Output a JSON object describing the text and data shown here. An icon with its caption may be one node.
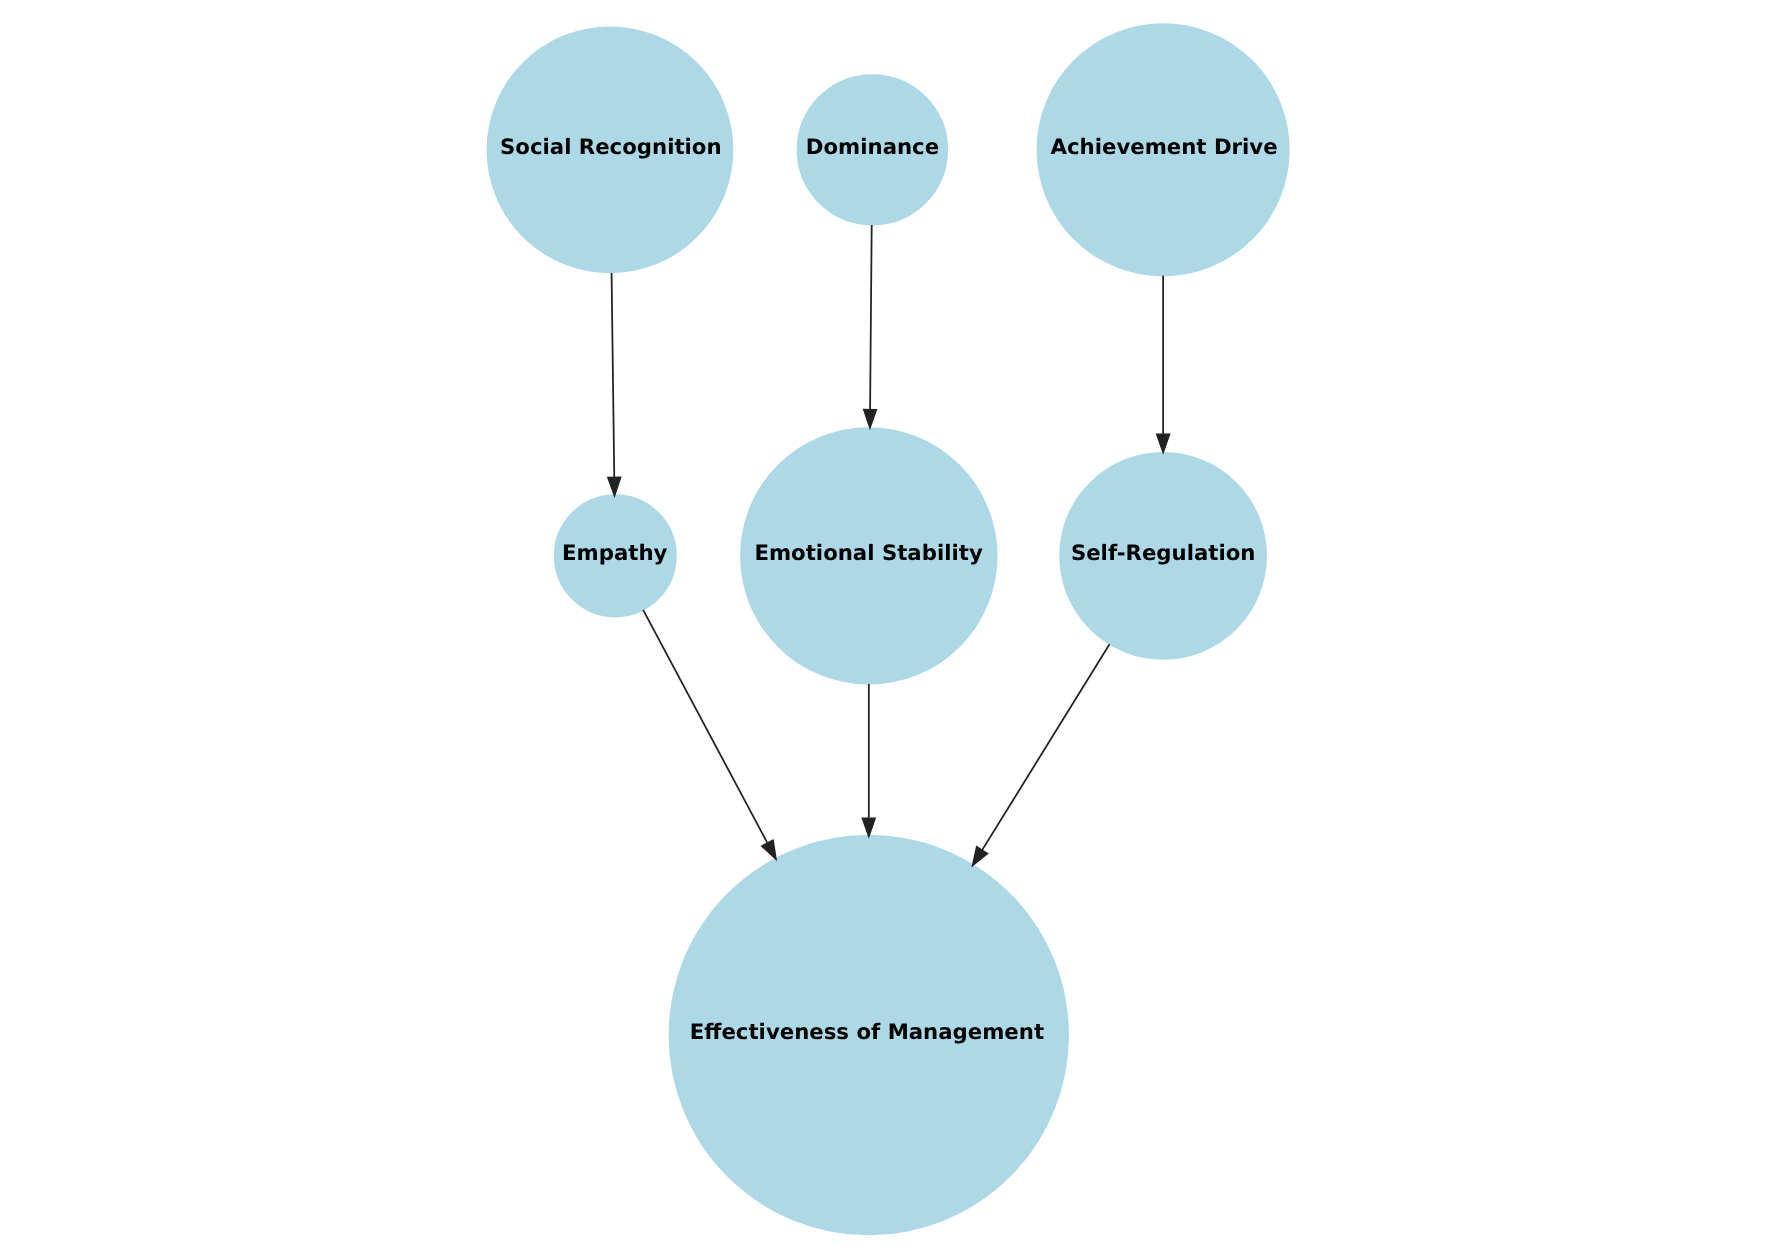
{
  "diagram": {
    "nodes": [
      {
        "text": [
          "Social Recognition"
        ]
      },
      {
        "text": [
          "Dominance"
        ]
      },
      {
        "text": [
          "Achievement Drive"
        ]
      },
      {
        "text": [
          "Empathy"
        ]
      },
      {
        "text": [
          "Emotional Stability"
        ]
      },
      {
        "text": [
          "Self-Regulation"
        ]
      },
      {
        "text": [
          "Effectiveness of Management"
        ]
      }
    ],
    "edges": [
      {
        "from": 0,
        "to": 3,
        "arrow": "to"
      },
      {
        "from": 1,
        "to": 4,
        "arrow": "to"
      },
      {
        "from": 2,
        "to": 5,
        "arrow": "to"
      },
      {
        "from": 3,
        "to": 6,
        "arrow": "to"
      },
      {
        "from": 4,
        "to": 6,
        "arrow": "to"
      },
      {
        "from": 5,
        "to": 6,
        "arrow": "to"
      }
    ]
  }
}
